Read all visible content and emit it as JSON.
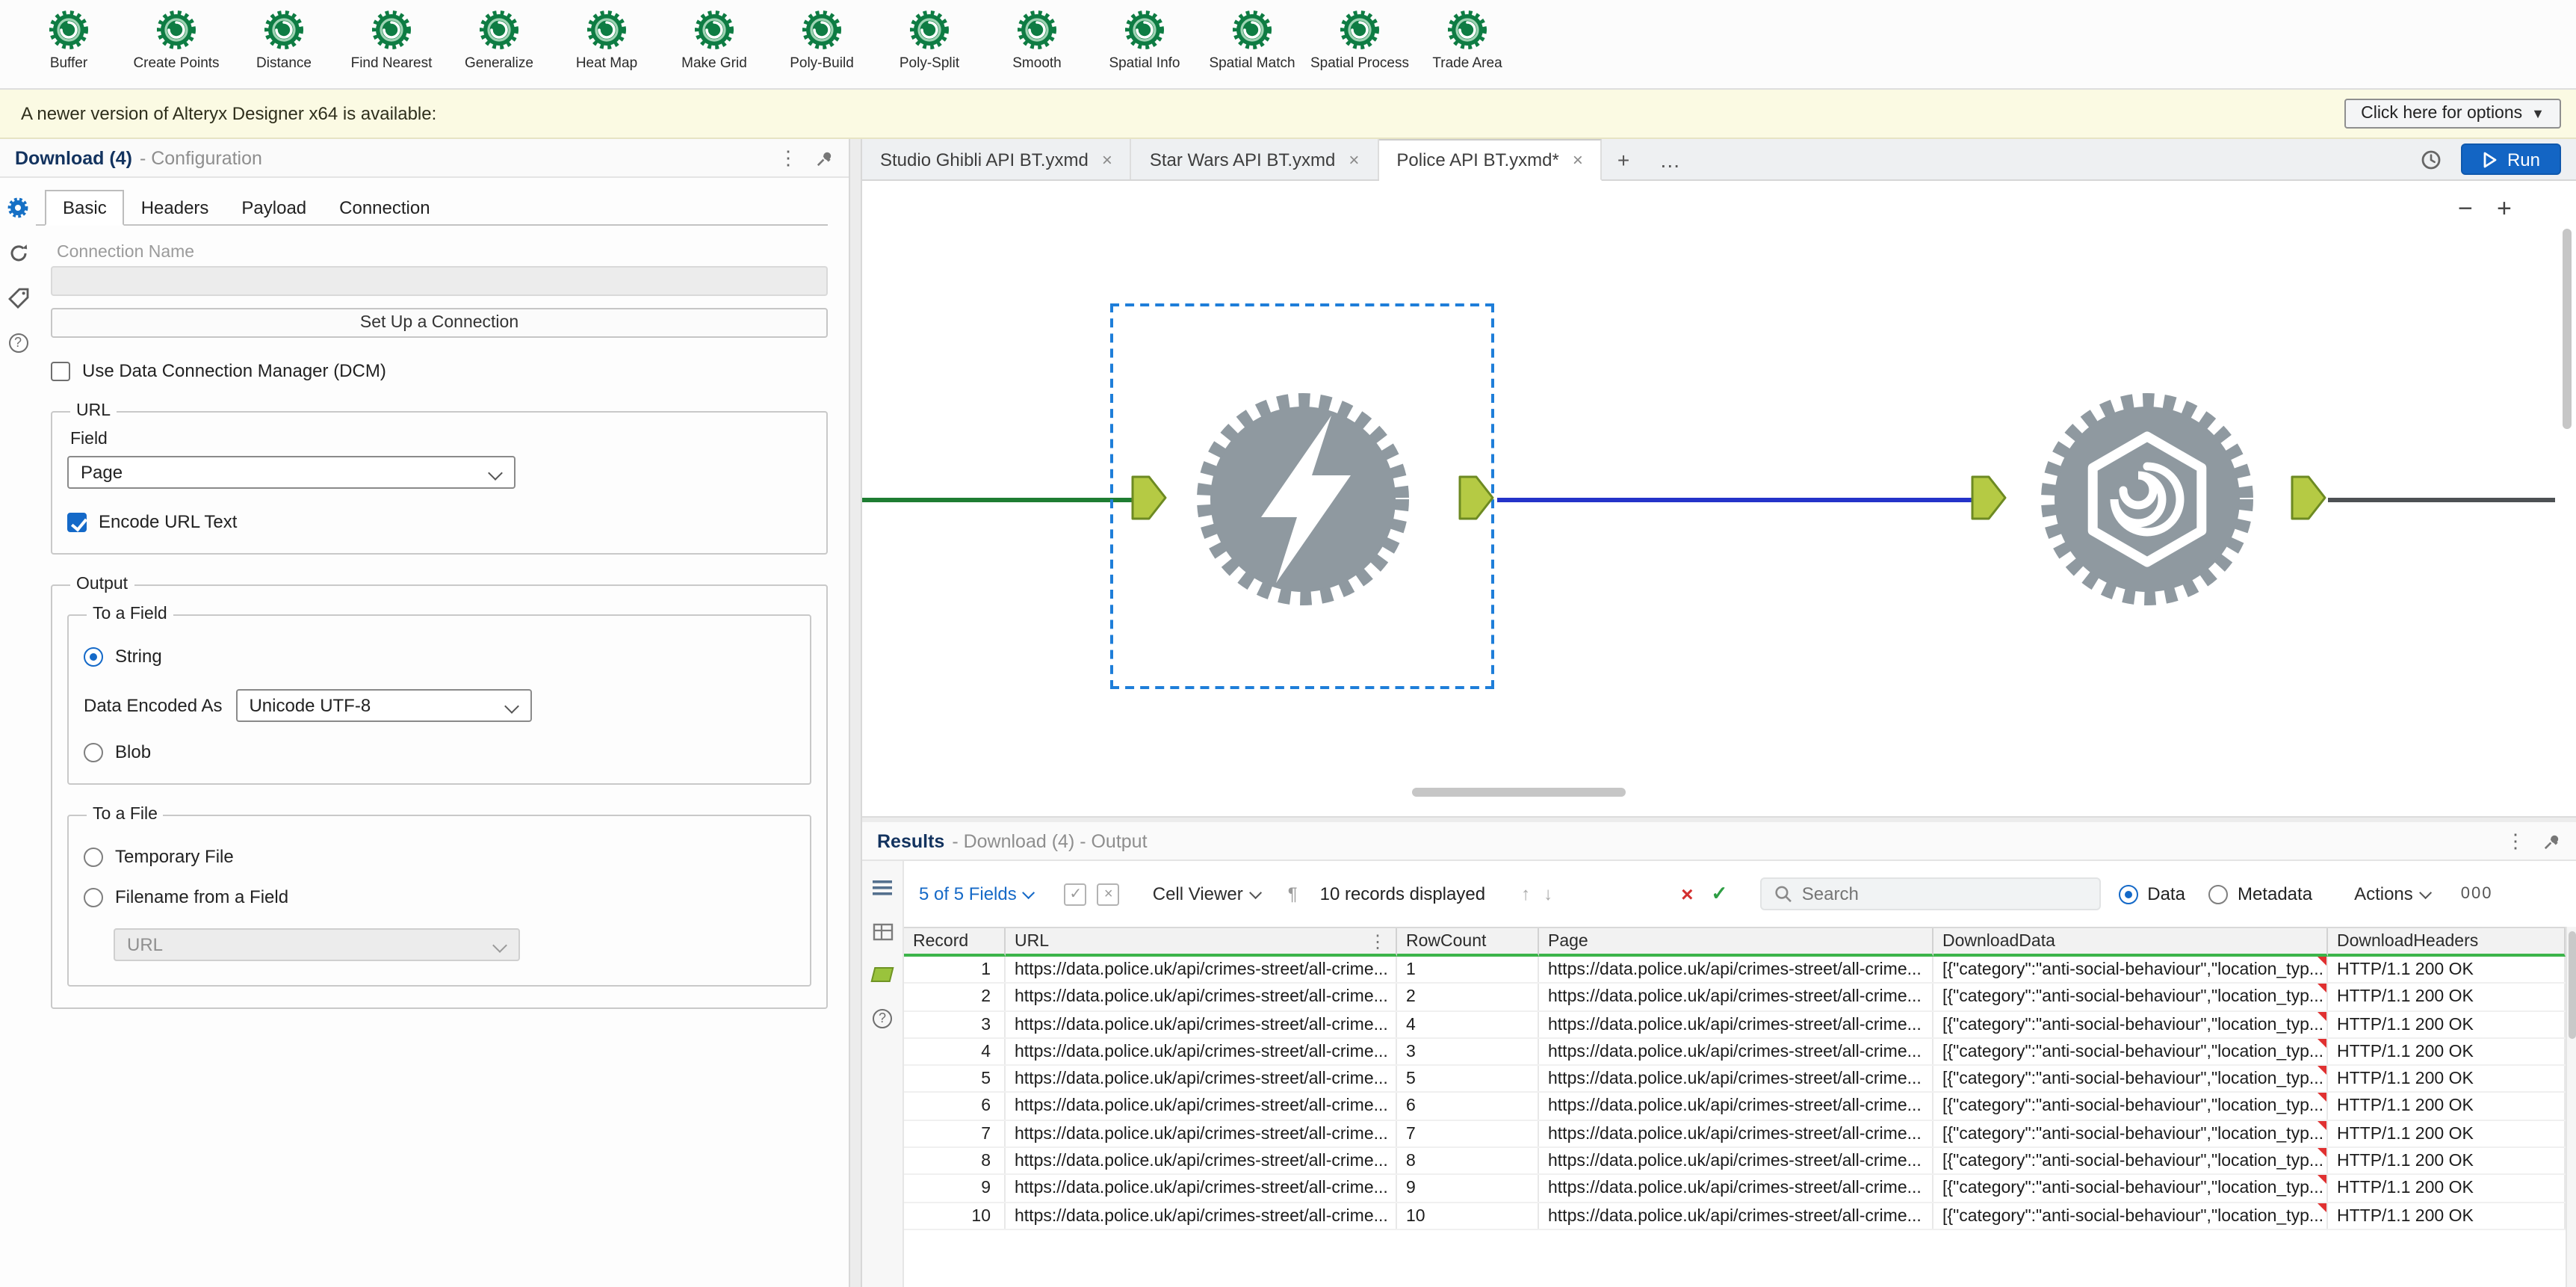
{
  "colors": {
    "accent_blue": "#1469c8",
    "run_button": "#1365c4",
    "tool_icon_green": "#0e7c43",
    "anchor_green": "#b5ca44",
    "selection_blue": "#1e7ed9",
    "wire_green": "#1e7d32",
    "wire_blue": "#2433c9",
    "wire_gray": "#4d5154",
    "quality_bar_green": "#3cb44a",
    "notification_bg": "#fbfae3",
    "error_red": "#d32f2f",
    "success_green": "#2e9e44",
    "tool_node_gray": "#8f99a0"
  },
  "icons": {
    "caret_down": "▼",
    "kebab": "⋮",
    "plus": "+",
    "more": "…",
    "close": "×",
    "zoom_out": "−",
    "zoom_in": "+",
    "up_arrow": "↑",
    "down_arrow": "↓",
    "red_x": "×",
    "green_check": "✓",
    "pilcrow": "¶",
    "check": "✓",
    "x_small": "×",
    "question": "?"
  },
  "toolbar": {
    "tools": [
      {
        "label": "Buffer"
      },
      {
        "label": "Create Points"
      },
      {
        "label": "Distance"
      },
      {
        "label": "Find Nearest"
      },
      {
        "label": "Generalize"
      },
      {
        "label": "Heat Map"
      },
      {
        "label": "Make Grid"
      },
      {
        "label": "Poly-Build"
      },
      {
        "label": "Poly-Split"
      },
      {
        "label": "Smooth"
      },
      {
        "label": "Spatial Info"
      },
      {
        "label": "Spatial Match"
      },
      {
        "label": "Spatial Process"
      },
      {
        "label": "Trade Area"
      }
    ]
  },
  "notification": {
    "text": "A newer version of Alteryx Designer x64 is available:",
    "button_label": "Click here for options"
  },
  "config": {
    "title": "Download (4)",
    "subtitle": "- Configuration",
    "tabs": [
      "Basic",
      "Headers",
      "Payload",
      "Connection"
    ],
    "connection_name_label": "Connection Name",
    "setup_button": "Set Up a Connection",
    "dcm_label": "Use Data Connection Manager (DCM)",
    "url_legend": "URL",
    "field_label": "Field",
    "field_value": "Page",
    "encode_label": "Encode URL Text",
    "output_legend": "Output",
    "to_field_legend": "To a Field",
    "string_label": "String",
    "data_encoded_label": "Data Encoded As",
    "data_encoded_value": "Unicode UTF-8",
    "blob_label": "Blob",
    "to_file_legend": "To a File",
    "temporary_label": "Temporary File",
    "filename_label": "Filename from a Field",
    "filename_value": "URL"
  },
  "canvas": {
    "tabs": [
      {
        "label": "Studio Ghibli API BT.yxmd",
        "active": false
      },
      {
        "label": "Star Wars API BT.yxmd",
        "active": false
      },
      {
        "label": "Police API BT.yxmd*",
        "active": true
      }
    ],
    "run_label": "Run"
  },
  "results": {
    "title": "Results",
    "subtitle": "- Download (4) - Output",
    "toolbar": {
      "fields_selector": "5 of 5 Fields",
      "cell_viewer": "Cell Viewer",
      "records_displayed": "10 records displayed",
      "search_placeholder": "Search",
      "data_label": "Data",
      "metadata_label": "Metadata",
      "actions_label": "Actions",
      "encoding_toggle": "000"
    },
    "table": {
      "columns": [
        "Record",
        "URL",
        "RowCount",
        "Page",
        "DownloadData",
        "DownloadHeaders"
      ],
      "rows": [
        {
          "record": "1",
          "url": "https://data.police.uk/api/crimes-street/all-crime...",
          "rowcount": "1",
          "page": "https://data.police.uk/api/crimes-street/all-crime...",
          "download_data": "[{\"category\":\"anti-social-behaviour\",\"location_typ...",
          "download_headers": "HTTP/1.1 200 OK"
        },
        {
          "record": "2",
          "url": "https://data.police.uk/api/crimes-street/all-crime...",
          "rowcount": "2",
          "page": "https://data.police.uk/api/crimes-street/all-crime...",
          "download_data": "[{\"category\":\"anti-social-behaviour\",\"location_typ...",
          "download_headers": "HTTP/1.1 200 OK"
        },
        {
          "record": "3",
          "url": "https://data.police.uk/api/crimes-street/all-crime...",
          "rowcount": "4",
          "page": "https://data.police.uk/api/crimes-street/all-crime...",
          "download_data": "[{\"category\":\"anti-social-behaviour\",\"location_typ...",
          "download_headers": "HTTP/1.1 200 OK"
        },
        {
          "record": "4",
          "url": "https://data.police.uk/api/crimes-street/all-crime...",
          "rowcount": "3",
          "page": "https://data.police.uk/api/crimes-street/all-crime...",
          "download_data": "[{\"category\":\"anti-social-behaviour\",\"location_typ...",
          "download_headers": "HTTP/1.1 200 OK"
        },
        {
          "record": "5",
          "url": "https://data.police.uk/api/crimes-street/all-crime...",
          "rowcount": "5",
          "page": "https://data.police.uk/api/crimes-street/all-crime...",
          "download_data": "[{\"category\":\"anti-social-behaviour\",\"location_typ...",
          "download_headers": "HTTP/1.1 200 OK"
        },
        {
          "record": "6",
          "url": "https://data.police.uk/api/crimes-street/all-crime...",
          "rowcount": "6",
          "page": "https://data.police.uk/api/crimes-street/all-crime...",
          "download_data": "[{\"category\":\"anti-social-behaviour\",\"location_typ...",
          "download_headers": "HTTP/1.1 200 OK"
        },
        {
          "record": "7",
          "url": "https://data.police.uk/api/crimes-street/all-crime...",
          "rowcount": "7",
          "page": "https://data.police.uk/api/crimes-street/all-crime...",
          "download_data": "[{\"category\":\"anti-social-behaviour\",\"location_typ...",
          "download_headers": "HTTP/1.1 200 OK"
        },
        {
          "record": "8",
          "url": "https://data.police.uk/api/crimes-street/all-crime...",
          "rowcount": "8",
          "page": "https://data.police.uk/api/crimes-street/all-crime...",
          "download_data": "[{\"category\":\"anti-social-behaviour\",\"location_typ...",
          "download_headers": "HTTP/1.1 200 OK"
        },
        {
          "record": "9",
          "url": "https://data.police.uk/api/crimes-street/all-crime...",
          "rowcount": "9",
          "page": "https://data.police.uk/api/crimes-street/all-crime...",
          "download_data": "[{\"category\":\"anti-social-behaviour\",\"location_typ...",
          "download_headers": "HTTP/1.1 200 OK"
        },
        {
          "record": "10",
          "url": "https://data.police.uk/api/crimes-street/all-crime...",
          "rowcount": "10",
          "page": "https://data.police.uk/api/crimes-street/all-crime...",
          "download_data": "[{\"category\":\"anti-social-behaviour\",\"location_typ...",
          "download_headers": "HTTP/1.1 200 OK"
        }
      ]
    }
  }
}
